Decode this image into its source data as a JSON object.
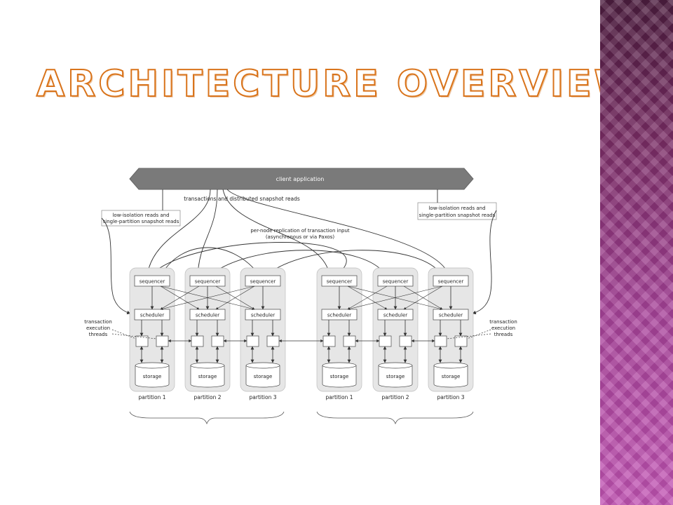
{
  "slide": {
    "title": "Architecture Overview"
  },
  "diagram": {
    "client_label": "client application",
    "transactions_label": "transactions and distributed snapshot reads",
    "left_reads_label": [
      "low-isolation reads and",
      "single-partition snapshot reads"
    ],
    "right_reads_label": [
      "low-isolation reads and",
      "single-partition snapshot reads"
    ],
    "replication_label": [
      "per-node replication of transaction input",
      "(asynchronous or via Paxos)"
    ],
    "left_threads_label": [
      "transaction",
      "execution",
      "threads"
    ],
    "right_threads_label": [
      "transaction",
      "execution",
      "threads"
    ],
    "sequencer_label": "sequencer",
    "scheduler_label": "scheduler",
    "storage_label": "storage",
    "partitions": [
      "partition 1",
      "partition 2",
      "partition 3",
      "partition 1",
      "partition 2",
      "partition 3"
    ]
  },
  "colors": {
    "title_outline": "#d9741c",
    "client_bar": "#7a7a7a",
    "partition_bg": "#e6e6e6",
    "sidebar": "#9b3b8c"
  }
}
